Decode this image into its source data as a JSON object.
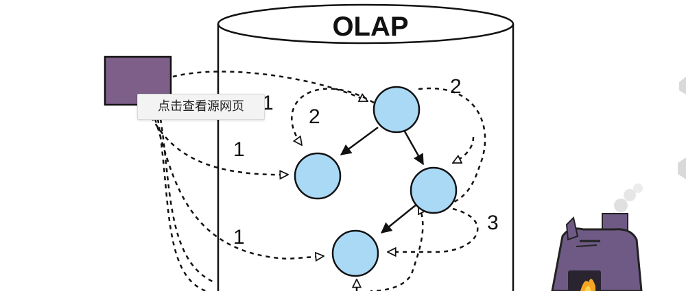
{
  "diagram": {
    "title": "OLAP",
    "edge_labels": [
      "1",
      "2",
      "2",
      "1",
      "3",
      "1"
    ]
  },
  "tooltip": {
    "text": "点击查看源网页"
  },
  "colors": {
    "node_fill": "#a9d9f5",
    "source_fill": "#7d5f89",
    "mascot": "#6f5a86"
  }
}
